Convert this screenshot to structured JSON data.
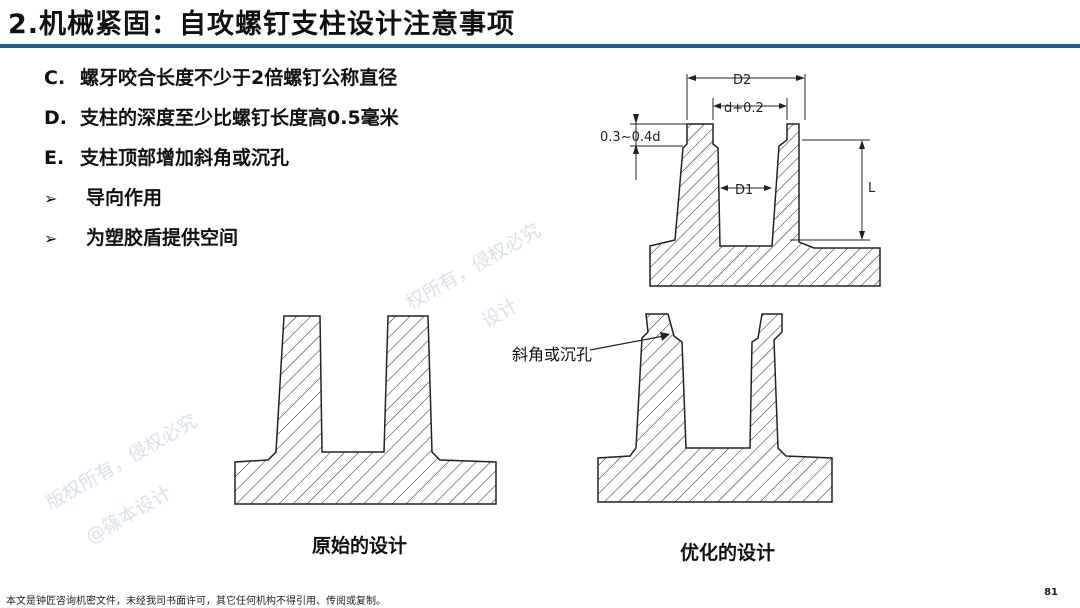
{
  "slide": {
    "title": "2.机械紧固：自攻螺钉支柱设计注意事项",
    "page_number": "81",
    "footer_note": "本文是钟匠咨询机密文件，未经我司书面许可，其它任何机构不得引用、传阅或复制。"
  },
  "bullets": [
    {
      "marker": "C.",
      "text": "螺牙咬合长度不少于2倍螺钉公称直径"
    },
    {
      "marker": "D.",
      "text": "支柱的深度至少比螺钉长度高0.5毫米"
    },
    {
      "marker": "E.",
      "text": "支柱顶部增加斜角或沉孔"
    },
    {
      "marker": "➢",
      "text": "导向作用"
    },
    {
      "marker": "➢",
      "text": "为塑胶盾提供空间"
    }
  ],
  "diagram_labels": {
    "d2": "D2",
    "d_plus": "d+0.2",
    "d1": "D1",
    "chamfer_dim": "0.3~0.4d",
    "length": "L",
    "chamfer_callout": "斜角或沉孔"
  },
  "captions": {
    "original": "原始的设计",
    "optimized": "优化的设计"
  },
  "watermarks": [
    "版权所有，侵权必究",
    "@篠本设计",
    "权所有，侵权必究",
    "设计"
  ]
}
